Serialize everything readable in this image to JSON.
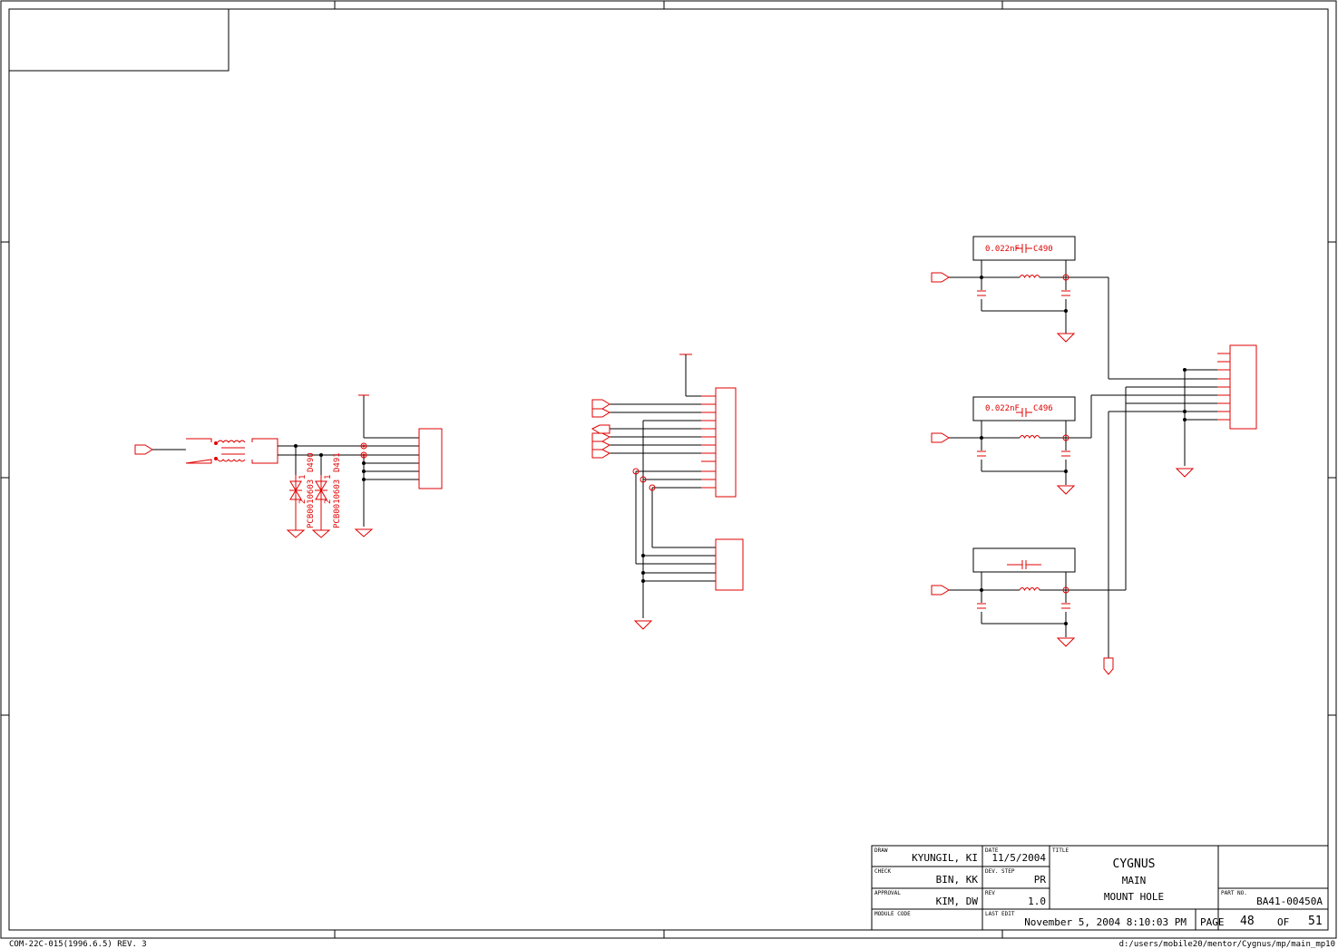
{
  "colors": {
    "wire": "#000000",
    "part": "#e00000",
    "background": "#ffffff"
  },
  "title_block": {
    "draw_label": "DRAW",
    "draw_value": "KYUNGIL, KI",
    "check_label": "CHECK",
    "check_value": "BIN, KK",
    "approval_label": "APPROVAL",
    "approval_value": "KIM, DW",
    "module_code_label": "MODULE CODE",
    "date_label": "DATE",
    "date_value": "11/5/2004",
    "dev_step_label": "DEV. STEP",
    "dev_step_value": "PR",
    "rev_label": "REV",
    "rev_value": "1.0",
    "last_edit_label": "LAST EDIT",
    "last_edit_value": "November 5, 2004  8:10:03 PM",
    "title_label": "TITLE",
    "title_line1": "CYGNUS",
    "title_line2": "MAIN",
    "title_line3": "MOUNT HOLE",
    "part_no_label": "PART NO.",
    "part_no_value": "BA41-00450A",
    "page_label": "PAGE",
    "page_value": "48",
    "of_label": "OF",
    "of_value": "51"
  },
  "footer": {
    "form_code": "COM-22C-015(1996.6.5) REV. 3",
    "file_path": "d:/users/mobile20/mentor/Cygnus/mp/main_mp10"
  },
  "components": {
    "d490_ref": "D490",
    "d491_ref": "D491",
    "d490_part": "PCB0010603",
    "d491_part": "PCB0010603",
    "pin1": "1",
    "pin2": "2",
    "c490_value": "0.022nF",
    "c490_ref": "C490",
    "c496_value": "0.022nF",
    "c496_ref": "C496"
  }
}
